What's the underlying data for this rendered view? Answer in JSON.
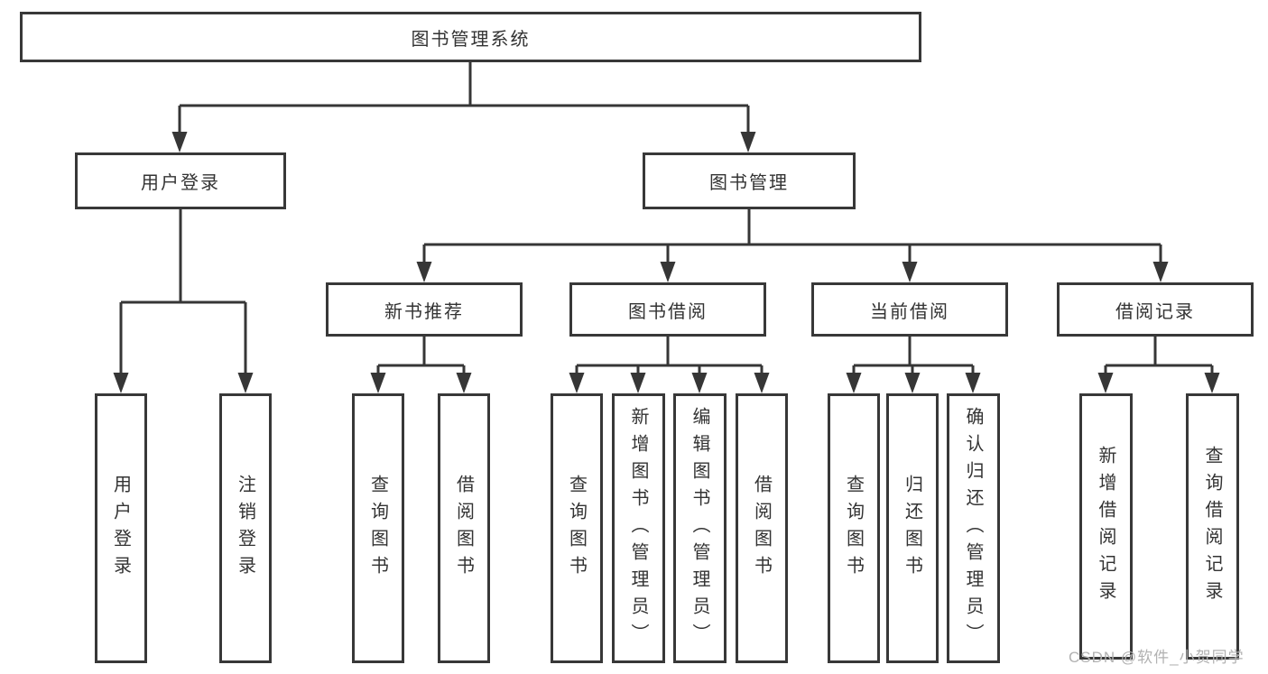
{
  "diagram": {
    "root": {
      "label": "图书管理系统"
    },
    "level2": [
      {
        "label": "用户登录"
      },
      {
        "label": "图书管理"
      }
    ],
    "level3": [
      {
        "label": "新书推荐"
      },
      {
        "label": "图书借阅"
      },
      {
        "label": "当前借阅"
      },
      {
        "label": "借阅记录"
      }
    ],
    "leaves": {
      "user_login": [
        "用户登录",
        "注销登录"
      ],
      "new_books": [
        "查询图书",
        "借阅图书"
      ],
      "book_borrow": [
        "查询图书",
        "新增图书（管理员）",
        "编辑图书（管理员）",
        "借阅图书"
      ],
      "current_borrow": [
        "查询图书",
        "归还图书",
        "确认归还（管理员）"
      ],
      "borrow_records": [
        "新增借阅记录",
        "查询借阅记录"
      ]
    }
  },
  "watermark": {
    "text": "CSDN @软件_小贺同学",
    "color": "#b2b2b2"
  },
  "colors": {
    "line": "#363636",
    "box_border": "#383838",
    "box_fill": "#ffffff",
    "text": "#333333",
    "background": "#ffffff"
  }
}
